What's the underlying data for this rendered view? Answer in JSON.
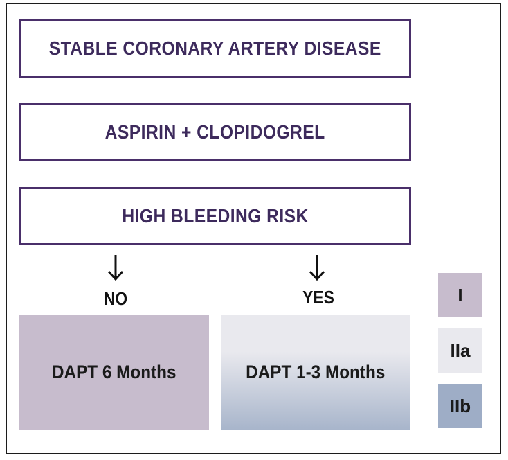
{
  "boxes": {
    "top": "STABLE CORONARY ARTERY DISEASE",
    "middle": "ASPIRIN + CLOPIDOGREL",
    "bottom": "HIGH BLEEDING RISK"
  },
  "branches": {
    "no_label": "NO",
    "yes_label": "YES"
  },
  "results": {
    "no": "DAPT 6 Months",
    "yes": "DAPT 1-3 Months"
  },
  "legend": {
    "class_1": "I",
    "class_2a": "IIa",
    "class_2b": "IIb"
  },
  "colors": {
    "box_border": "#4a2f6a",
    "box_text": "#3d2a5c",
    "class_1": "#c7bccd",
    "class_2a": "#e9e9ee",
    "class_2b": "#9eadc6"
  }
}
